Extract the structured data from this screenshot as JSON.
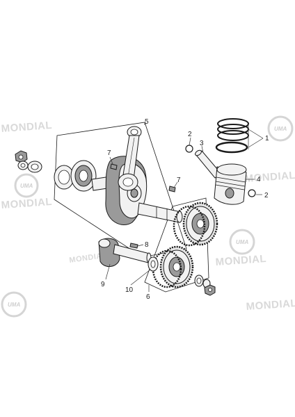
{
  "watermark": {
    "brand": "MONDIAL",
    "logo_text": "UMA"
  },
  "callouts": {
    "c1": "1",
    "c2a": "2",
    "c2b": "2",
    "c3": "3",
    "c4": "4",
    "c5": "5",
    "c6": "6",
    "c7a": "7",
    "c7b": "7",
    "c8": "8",
    "c9": "9",
    "c10": "10"
  }
}
